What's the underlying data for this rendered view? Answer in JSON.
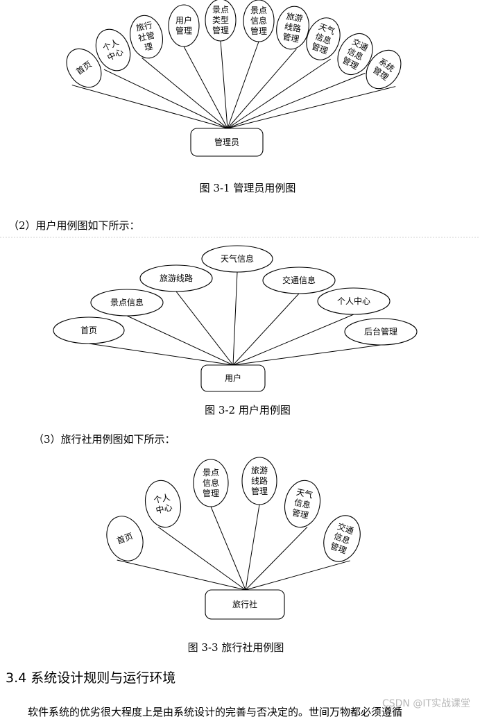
{
  "diagram1": {
    "actor": "管理员",
    "caption": "图 3-1 管理员用例图",
    "cases": [
      [
        "首页"
      ],
      [
        "个人",
        "中心"
      ],
      [
        "旅行",
        "社管",
        "理"
      ],
      [
        "用户",
        "管理"
      ],
      [
        "景点",
        "类型",
        "管理"
      ],
      [
        "景点",
        "信息",
        "管理"
      ],
      [
        "旅游",
        "线路",
        "管理"
      ],
      [
        "天气",
        "信息",
        "管理"
      ],
      [
        "交通",
        "信息",
        "管理"
      ],
      [
        "系统",
        "管理"
      ]
    ]
  },
  "intro2": "（2）用户用例图如下所示：",
  "diagram2": {
    "actor": "用户",
    "caption": "图 3-2 用户用例图",
    "cases": [
      "首页",
      "景点信息",
      "旅游线路",
      "天气信息",
      "交通信息",
      "个人中心",
      "后台管理"
    ]
  },
  "intro3": "（3）旅行社用例图如下所示：",
  "diagram3": {
    "actor": "旅行社",
    "caption": "图 3-3 旅行社用例图",
    "cases": [
      [
        "首页"
      ],
      [
        "个人",
        "中心"
      ],
      [
        "景点",
        "信息",
        "管理"
      ],
      [
        "旅游",
        "线路",
        "管理"
      ],
      [
        "天气",
        "信息",
        "管理"
      ],
      [
        "交通",
        "信息",
        "管理"
      ]
    ]
  },
  "section_heading": "3.4 系统设计规则与运行环境",
  "paragraph": "软件系统的优劣很大程度上是由系统设计的完善与否决定的。世间万物都必须遵循",
  "watermark": "CSDN @IT实战课堂"
}
